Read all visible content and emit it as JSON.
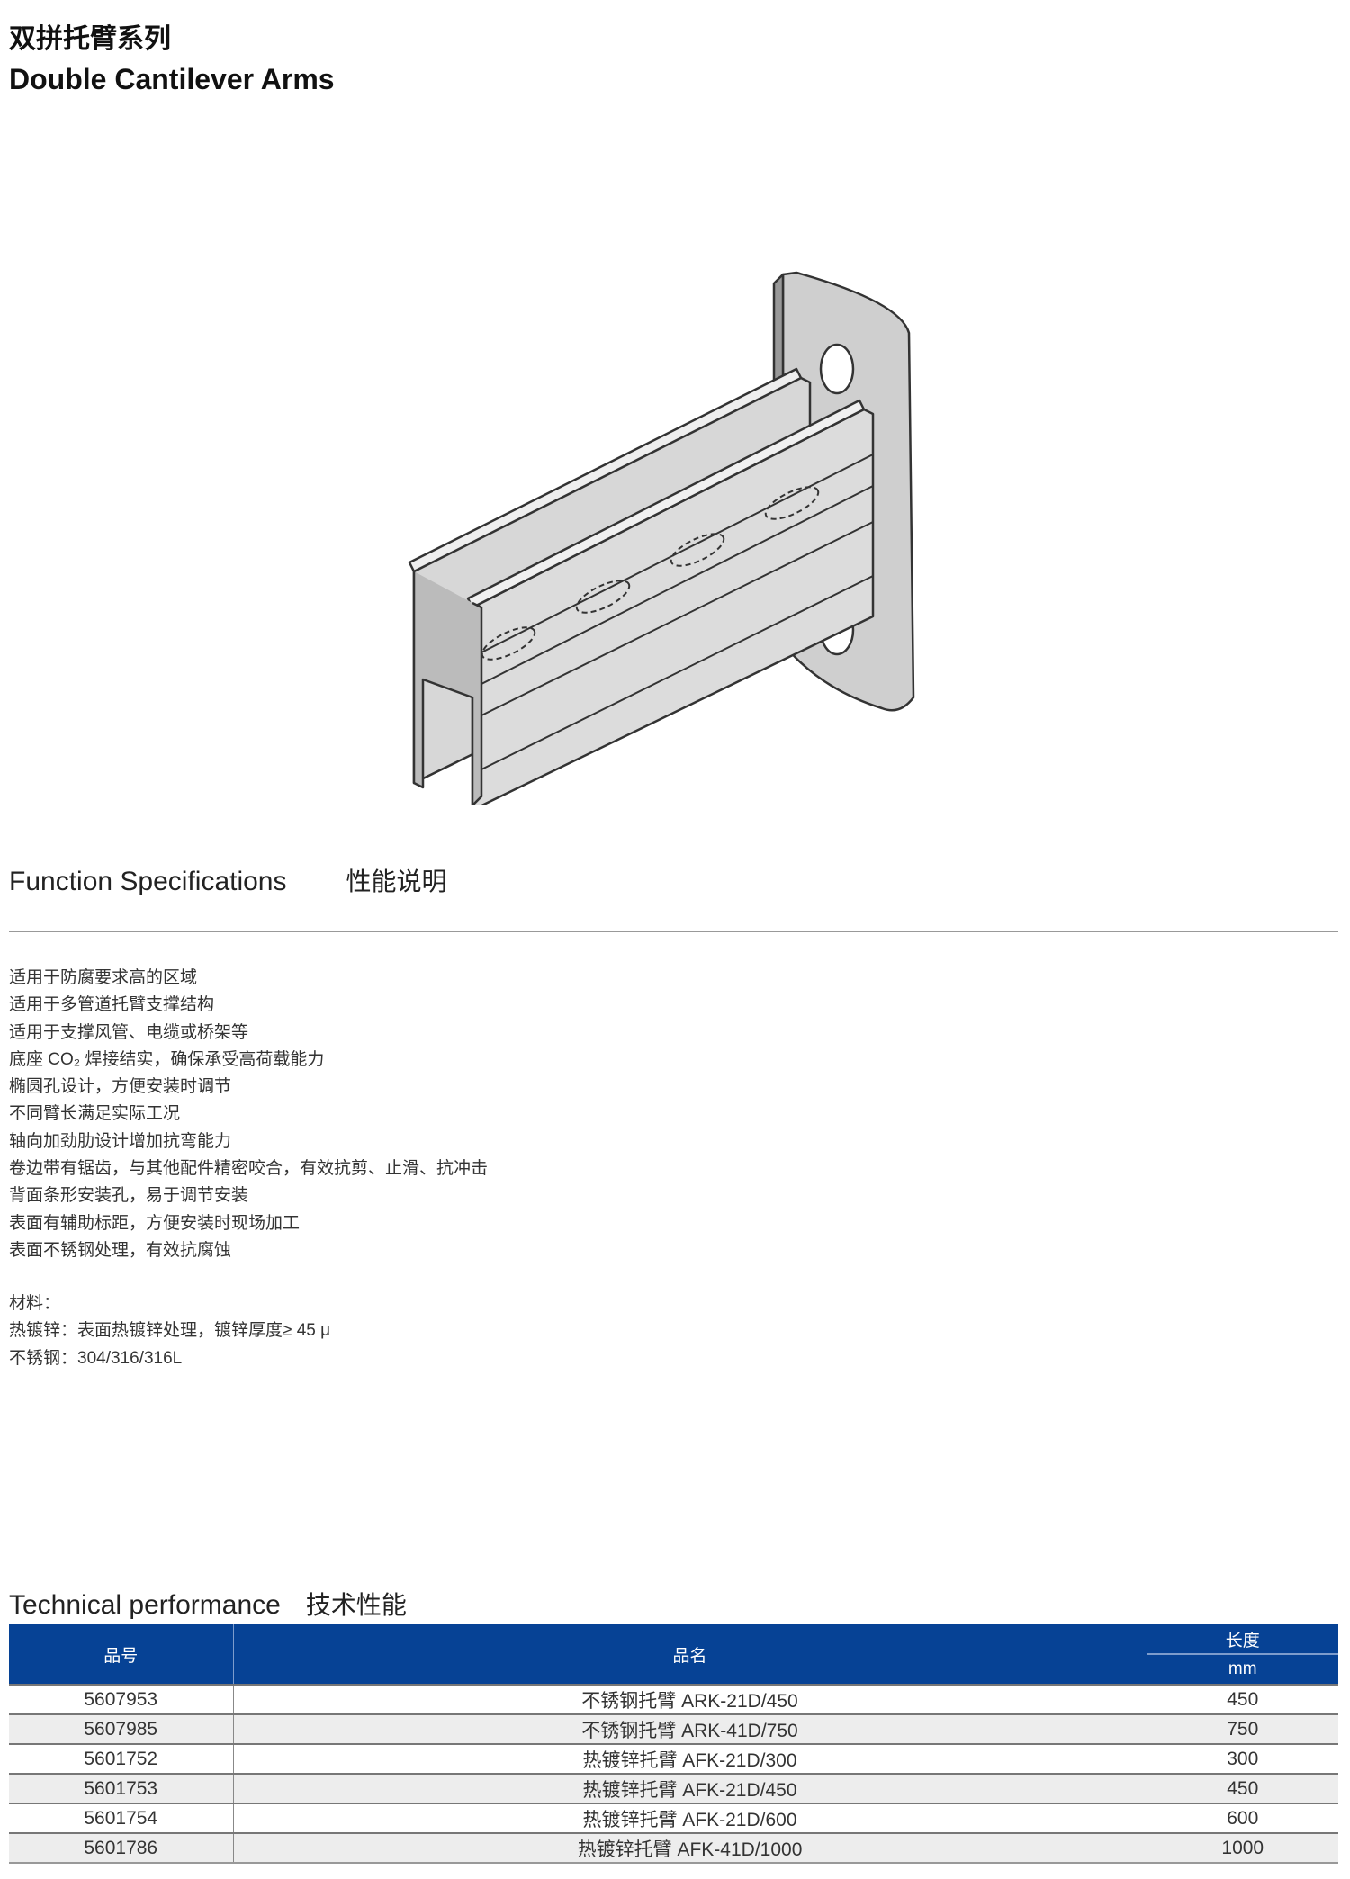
{
  "header": {
    "title_cn": "双拼托臂系列",
    "title_en": "Double Cantilever Arms"
  },
  "function": {
    "title_en": "Function Specifications",
    "title_cn": "性能说明",
    "features": [
      "适用于防腐要求高的区域",
      "适用于多管道托臂支撑结构",
      "适用于支撑风管、电缆或桥架等",
      "底座 CO₂ 焊接结实，确保承受高荷载能力",
      "椭圆孔设计，方便安装时调节",
      "不同臂长满足实际工况",
      "轴向加劲肋设计增加抗弯能力",
      "卷边带有锯齿，与其他配件精密咬合，有效抗剪、止滑、抗冲击",
      "背面条形安装孔，易于调节安装",
      "表面有辅助标距，方便安装时现场加工",
      "表面不锈钢处理，有效抗腐蚀"
    ],
    "materials_label": "材料：",
    "materials": [
      "热镀锌：表面热镀锌处理，镀锌厚度≥ 45 μ",
      "不锈钢：304/316/316L"
    ]
  },
  "technical": {
    "title_en": "Technical performance",
    "title_cn": "技术性能",
    "headers": {
      "code": "品号",
      "name": "品名",
      "length": "长度",
      "unit": "mm"
    },
    "rows": [
      {
        "code": "5607953",
        "name": "不锈钢托臂 ARK-21D/450",
        "length": "450"
      },
      {
        "code": "5607985",
        "name": "不锈钢托臂 ARK-41D/750",
        "length": "750"
      },
      {
        "code": "5601752",
        "name": "热镀锌托臂 AFK-21D/300",
        "length": "300"
      },
      {
        "code": "5601753",
        "name": "热镀锌托臂 AFK-21D/450",
        "length": "450"
      },
      {
        "code": "5601754",
        "name": "热镀锌托臂 AFK-21D/600",
        "length": "600"
      },
      {
        "code": "5601786",
        "name": "热镀锌托臂 AFK-41D/1000",
        "length": "1000"
      }
    ]
  },
  "colors": {
    "header_blue": "#064295"
  }
}
